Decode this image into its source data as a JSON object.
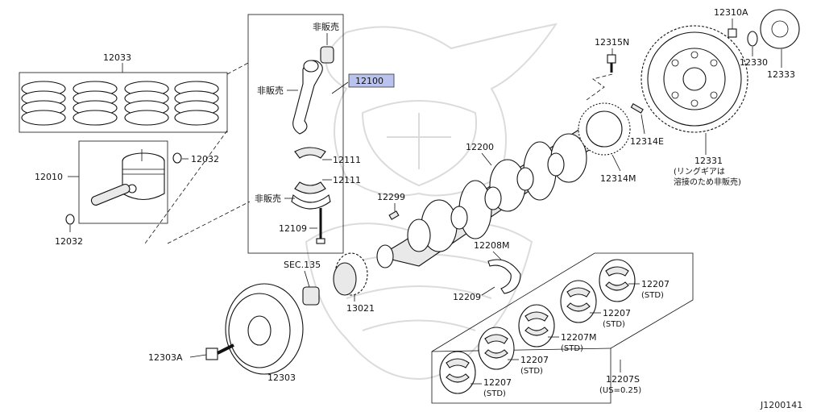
{
  "diagram": {
    "code": "J1200141",
    "highlight_fill": "#b9c3ee",
    "labels": {
      "p12033": "12033",
      "p12010": "12010",
      "p12032a": "12032",
      "p12032b": "12032",
      "hanbai1": "非販売",
      "hanbai2": "非販売",
      "hanbai3": "非販売",
      "p12100": "12100",
      "p12111a": "12111",
      "p12111b": "12111",
      "p12109": "12109",
      "p12299": "12299",
      "p12200": "12200",
      "p12315N": "12315N",
      "p12310A": "12310A",
      "p12330": "12330",
      "p12333": "12333",
      "p12314E": "12314E",
      "p12314M": "12314M",
      "p12331": "12331",
      "p12331_note1": "(リングギアは",
      "p12331_note2": "溶接のため非販売)",
      "sec135": "SEC.135",
      "p13021": "13021",
      "p12303A": "12303A",
      "p12303": "12303",
      "p12208M": "12208M",
      "p12209": "12209",
      "b1_code": "12207",
      "b1_std": "(STD)",
      "b2_code": "12207",
      "b2_std": "(STD)",
      "b3_code": "12207M",
      "b3_std": "(STD)",
      "b4_code": "12207",
      "b4_std": "(STD)",
      "b5_code": "12207",
      "b5_std": "(STD)",
      "p12207S": "12207S",
      "p12207S_note": "(US=0.25)"
    }
  }
}
